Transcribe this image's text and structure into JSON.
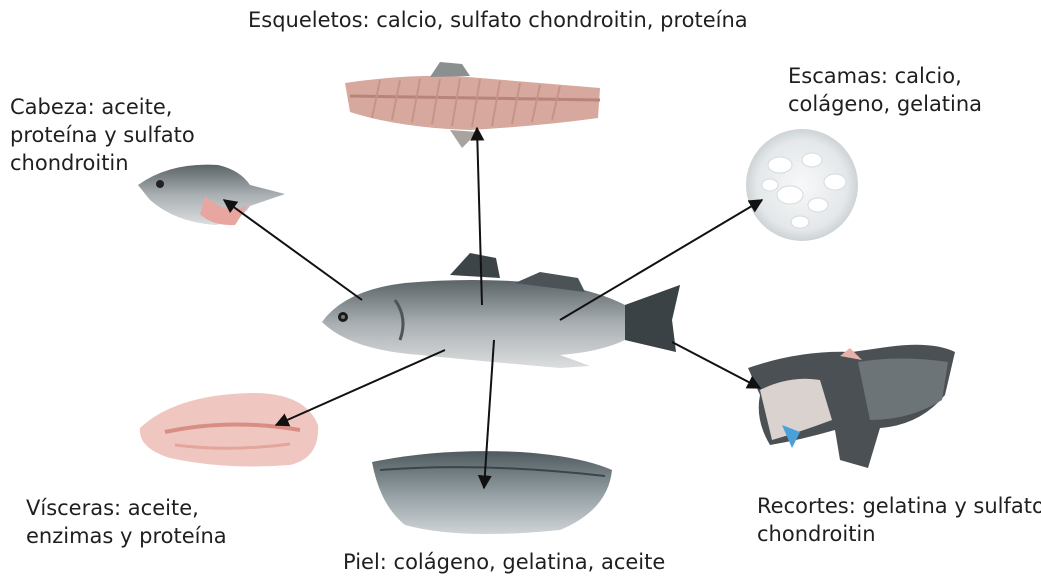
{
  "labels": {
    "skeleton": {
      "lines": [
        "Esqueletos: calcio, sulfato chondroitin, proteína"
      ]
    },
    "head": {
      "lines": [
        "Cabeza: aceite,",
        "proteína y sulfato",
        "chondroitin"
      ]
    },
    "scales": {
      "lines": [
        "Escamas: calcio,",
        "colágeno, gelatina"
      ]
    },
    "viscera": {
      "lines": [
        "Vísceras: aceite,",
        "enzimas y proteína"
      ]
    },
    "trimmings": {
      "lines": [
        "Recortes: gelatina y sulfato",
        "chondroitin"
      ]
    },
    "skin": {
      "lines": [
        "Piel: colágeno, gelatina, aceite"
      ]
    }
  },
  "colors": {
    "text": "#1f1f1f",
    "arrow": "#111111",
    "fish_body": "#9a9ea0",
    "fish_dark": "#3c4448",
    "flesh": "#e8b4aa",
    "scales": "#eef1f3"
  }
}
